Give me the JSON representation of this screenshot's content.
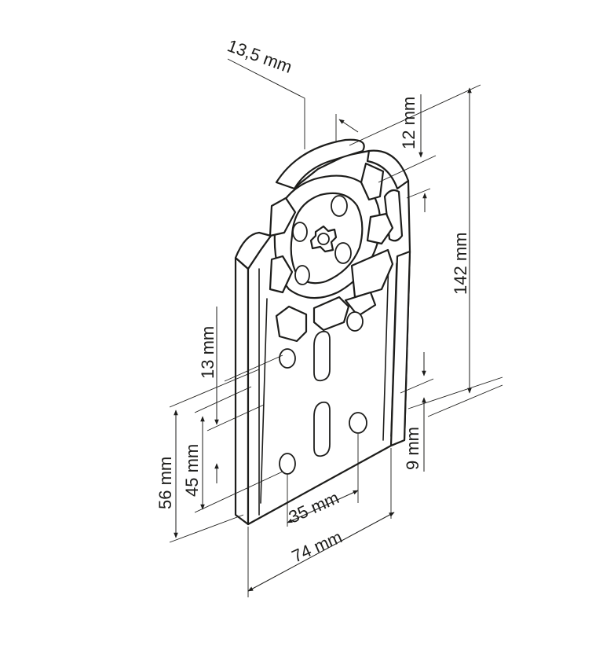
{
  "dimensions": {
    "d_13_5": "13,5 mm",
    "d_12": "12 mm",
    "d_142": "142 mm",
    "d_13": "13 mm",
    "d_56": "56 mm",
    "d_45": "45 mm",
    "d_9": "9 mm",
    "d_35": "35 mm",
    "d_74": "74 mm"
  }
}
